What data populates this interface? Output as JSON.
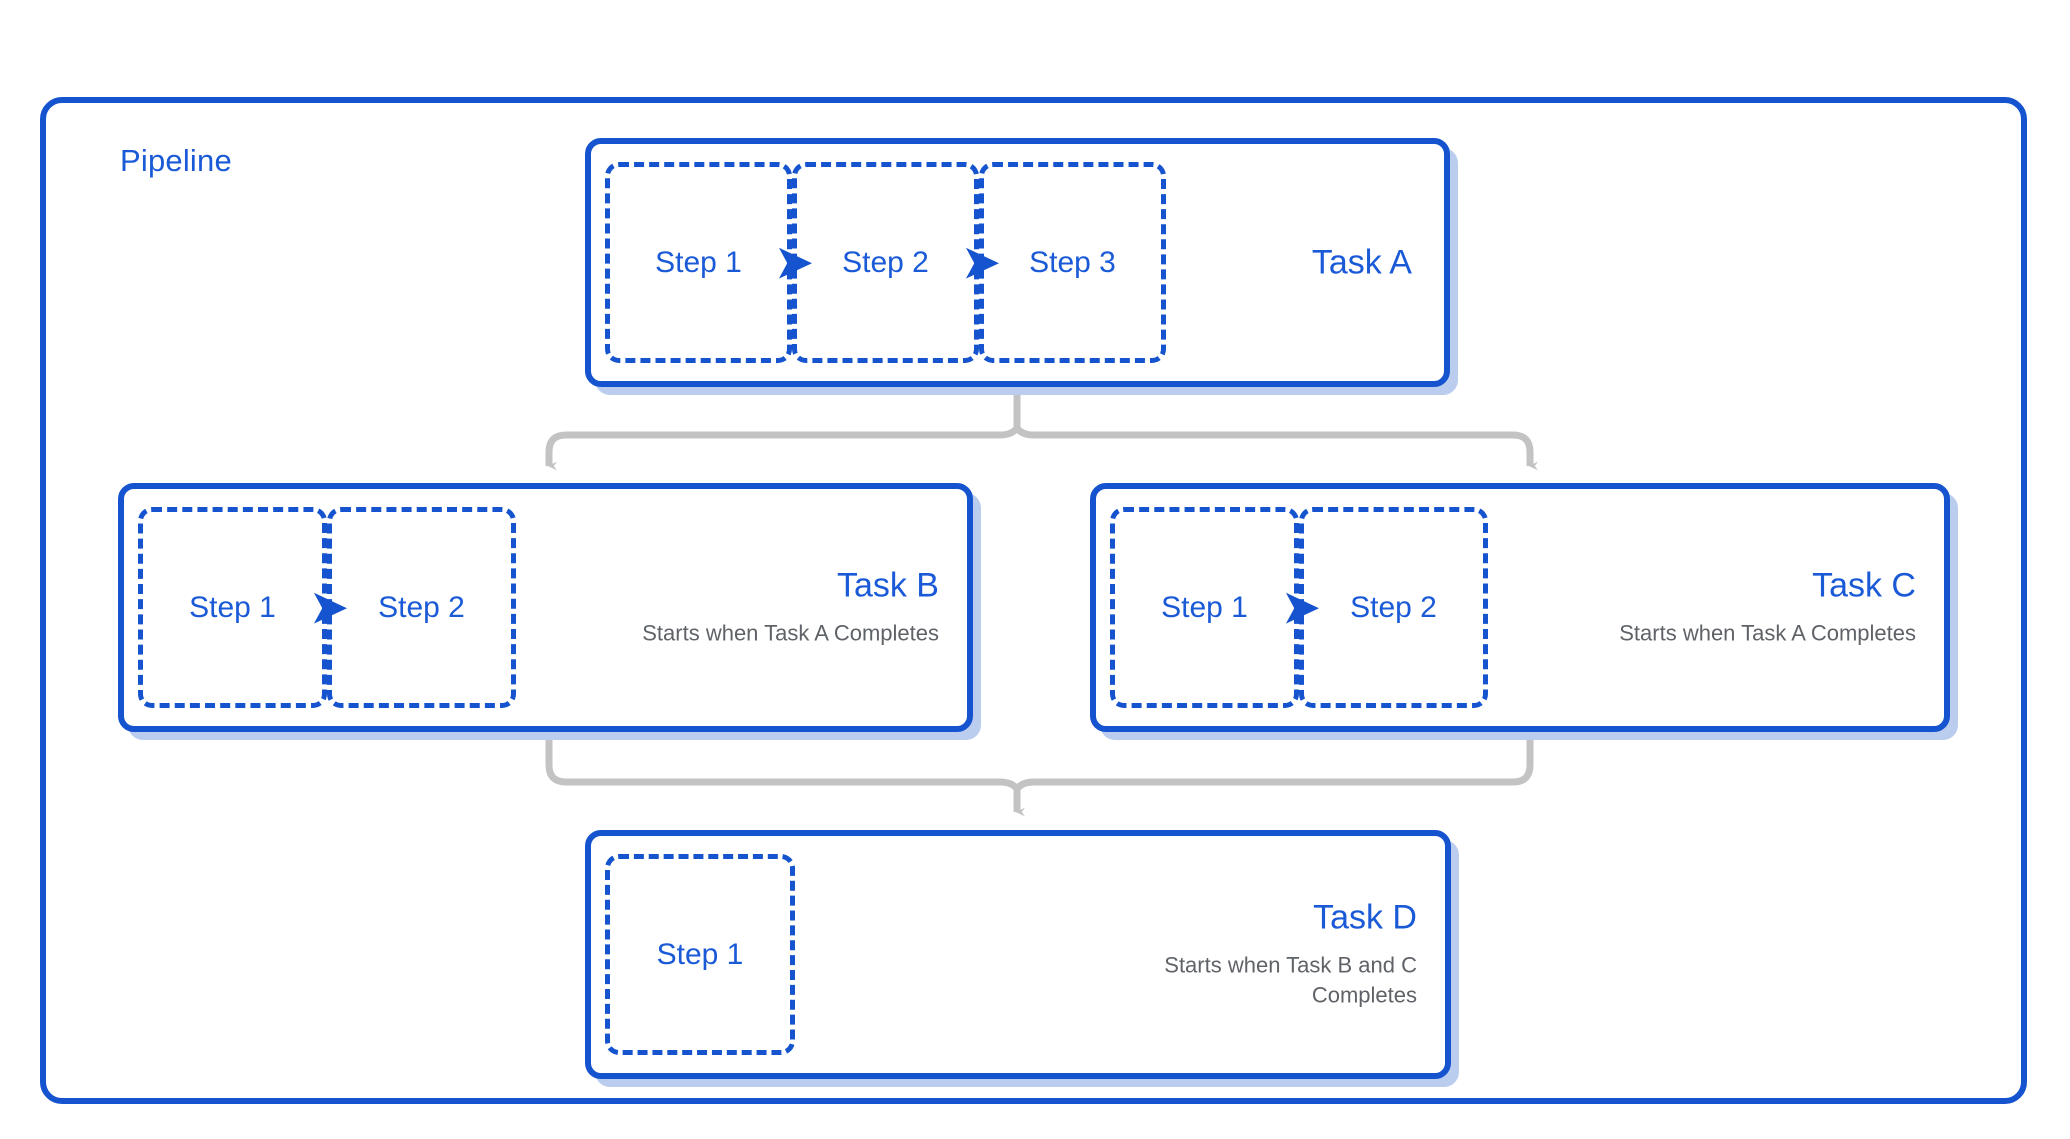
{
  "diagram": {
    "container": {
      "label": "Pipeline",
      "accent_color": "#1554CE",
      "shadow_color": "#BACDEF",
      "connector_color": "#C3C3C3",
      "title_color": "#1A5AD7",
      "desc_color": "#5F6368"
    },
    "arrow_glyph": "➤",
    "tasks": [
      {
        "id": "task-a",
        "title": "Task A",
        "description": "",
        "steps": [
          {
            "label": "Step 1"
          },
          {
            "label": "Step 2"
          },
          {
            "label": "Step 3"
          }
        ]
      },
      {
        "id": "task-b",
        "title": "Task B",
        "description": "Starts when Task A Completes",
        "steps": [
          {
            "label": "Step 1"
          },
          {
            "label": "Step 2"
          }
        ]
      },
      {
        "id": "task-c",
        "title": "Task C",
        "description": "Starts when Task A Completes",
        "steps": [
          {
            "label": "Step 1"
          },
          {
            "label": "Step 2"
          }
        ]
      },
      {
        "id": "task-d",
        "title": "Task D",
        "description": "Starts when Task B and C Completes",
        "steps": [
          {
            "label": "Step 1"
          }
        ]
      }
    ],
    "connections": [
      {
        "from": "task-a",
        "to": "task-b"
      },
      {
        "from": "task-a",
        "to": "task-c"
      },
      {
        "from": "task-b",
        "to": "task-d"
      },
      {
        "from": "task-c",
        "to": "task-d"
      }
    ]
  }
}
